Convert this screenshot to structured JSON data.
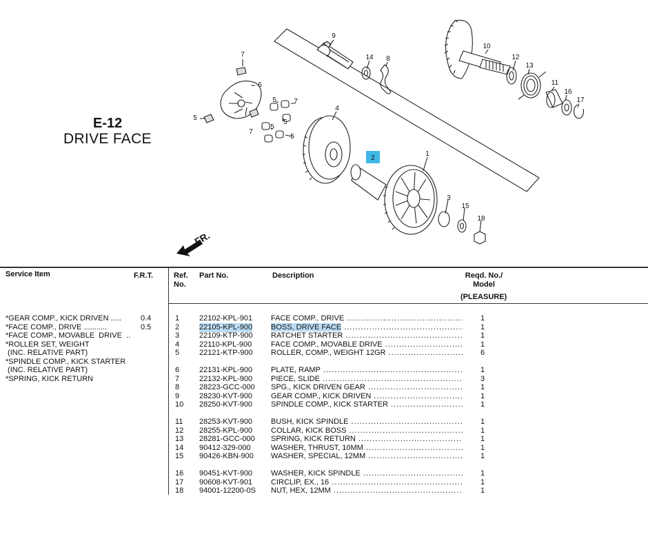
{
  "header": {
    "code": "E-12",
    "title": "DRIVE FACE",
    "direction": "FR."
  },
  "callouts": [
    "9",
    "14",
    "8",
    "10",
    "12",
    "13",
    "11",
    "16",
    "17",
    "7",
    "6",
    "5",
    "5",
    "7",
    "5",
    "7",
    "5",
    "5",
    "4",
    "2",
    "1",
    "3",
    "15",
    "18"
  ],
  "table": {
    "col_service_item": "Service Item",
    "col_frt": "F.R.T.",
    "col_ref": "Ref.\nNo.",
    "col_part_no": "Part No.",
    "col_description": "Description",
    "col_reqd": "Reqd. No./\nModel",
    "col_model": "(PLEASURE)"
  },
  "service_items": [
    {
      "text": "*GEAR COMP., KICK DRIVEN .....",
      "frt": "0.4"
    },
    {
      "text": "*FACE COMP., DRIVE ...........",
      "frt": "0.5"
    },
    {
      "text": "*FACE COMP., MOVABLE  DRIVE  ..",
      "frt": ""
    },
    {
      "text": "*ROLLER SET, WEIGHT",
      "frt": ""
    },
    {
      "text": " (INC. RELATIVE PART)",
      "frt": ""
    },
    {
      "text": "*SPINDLE COMP., KICK STARTER",
      "frt": ""
    },
    {
      "text": " (INC. RELATIVE PART)",
      "frt": ""
    },
    {
      "text": "*SPRING, KICK RETURN",
      "frt": ""
    }
  ],
  "parts": [
    {
      "ref": "1",
      "pn": "22102-KPL-901",
      "desc": "FACE COMP., DRIVE",
      "qty": "1"
    },
    {
      "ref": "2",
      "pn": "22105-KPL-900",
      "desc": "BOSS, DRIVE FACE",
      "qty": "1"
    },
    {
      "ref": "3",
      "pn": "22109-KTP-900",
      "desc": "RATCHET STARTER",
      "qty": "1"
    },
    {
      "ref": "4",
      "pn": "22110-KPL-900",
      "desc": "FACE COMP., MOVABLE DRIVE",
      "qty": "1"
    },
    {
      "ref": "5",
      "pn": "22121-KTP-900",
      "desc": "ROLLER, COMP., WEIGHT 12GR",
      "qty": "6"
    },
    {
      "ref": "6",
      "pn": "22131-KPL-900",
      "desc": "PLATE, RAMP",
      "qty": "1"
    },
    {
      "ref": "7",
      "pn": "22132-KPL-900",
      "desc": "PIECE, SLIDE",
      "qty": "3"
    },
    {
      "ref": "8",
      "pn": "28223-GCC-000",
      "desc": "SPG., KICK DRIVEN GEAR",
      "qty": "1"
    },
    {
      "ref": "9",
      "pn": "28230-KVT-900",
      "desc": "GEAR COMP., KICK DRIVEN",
      "qty": "1"
    },
    {
      "ref": "10",
      "pn": "28250-KVT-900",
      "desc": "SPINDLE COMP., KICK STARTER",
      "qty": "1"
    },
    {
      "ref": "11",
      "pn": "28253-KVT-900",
      "desc": "BUSH, KICK SPINDLE",
      "qty": "1"
    },
    {
      "ref": "12",
      "pn": "28255-KPL-900",
      "desc": "COLLAR, KICK BOSS",
      "qty": "1"
    },
    {
      "ref": "13",
      "pn": "28281-GCC-000",
      "desc": "SPRING, KICK RETURN",
      "qty": "1"
    },
    {
      "ref": "14",
      "pn": "90412-329-000",
      "desc": "WASHER, THRUST, 10MM",
      "qty": "1"
    },
    {
      "ref": "15",
      "pn": "90426-KBN-900",
      "desc": "WASHER, SPECIAL, 12MM",
      "qty": "1"
    },
    {
      "ref": "16",
      "pn": "90451-KVT-900",
      "desc": "WASHER, KICK SPINDLE",
      "qty": "1"
    },
    {
      "ref": "17",
      "pn": "90608-KVT-901",
      "desc": "CIRCLIP, EX., 16",
      "qty": "1"
    },
    {
      "ref": "18",
      "pn": "94001-12200-0S",
      "desc": "NUT, HEX, 12MM",
      "qty": "1"
    }
  ]
}
